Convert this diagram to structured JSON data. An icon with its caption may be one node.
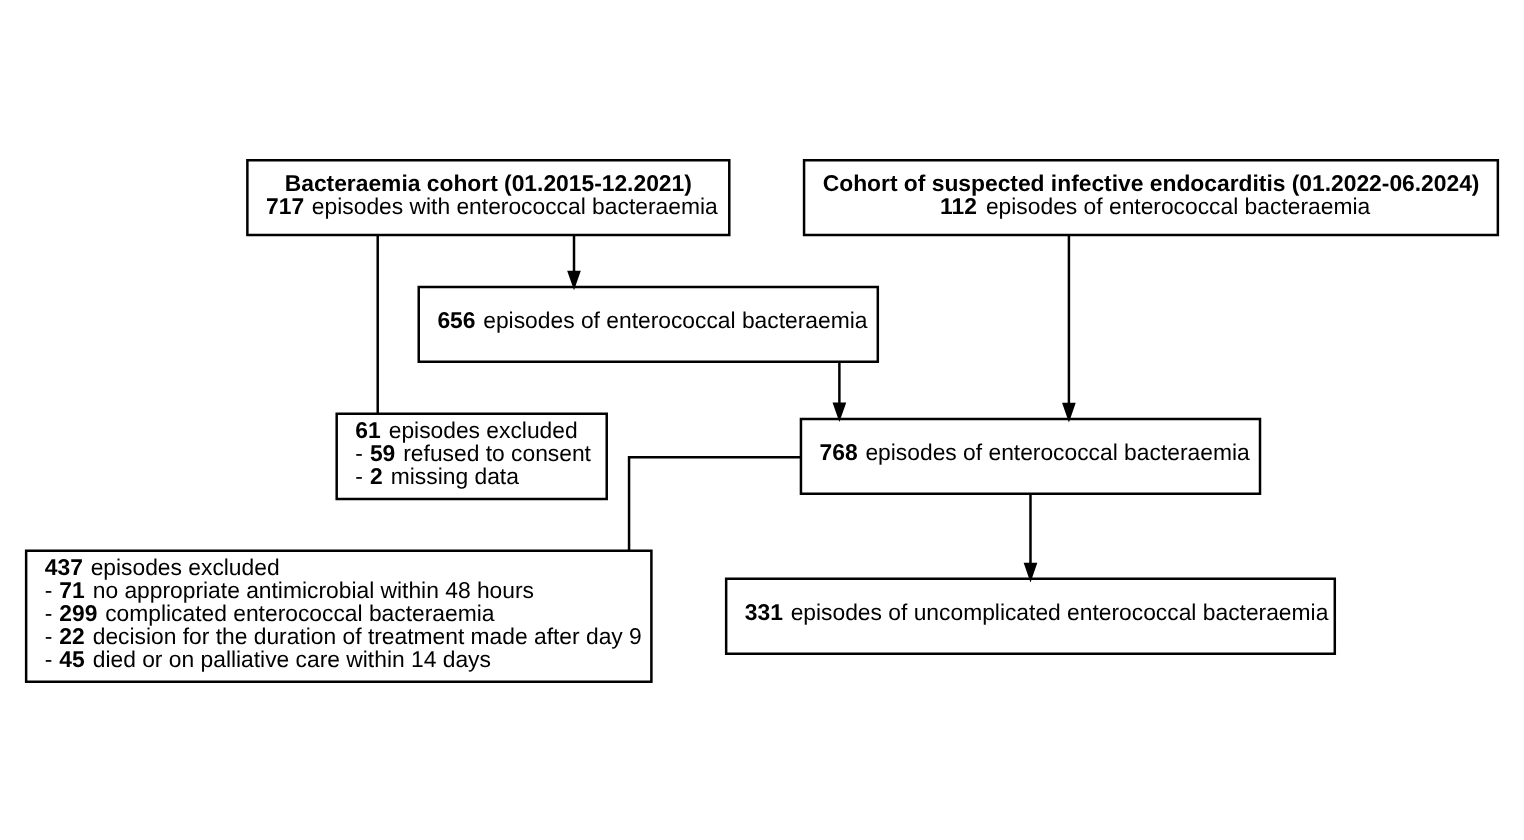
{
  "diagram": {
    "nodes": [
      {
        "text": [
          "Bacteraemia cohort (01.2015-12.2021)",
          "**717** episodes with enterococcal bacteraemia"
        ]
      },
      {
        "text": [
          "Cohort of suspected infective endocarditis (01.2022-06.2024)",
          "**112** episodes of enterococcal bacteraemia"
        ]
      },
      {
        "text": [
          "**61** episodes excluded",
          "- **59** refused to consent",
          "- **2** missing data"
        ]
      },
      {
        "text": [
          "**656** episodes of enterococcal bacteraemia"
        ]
      },
      {
        "text": [
          "**768** episodes of enterococcal bacteraemia"
        ]
      },
      {
        "text": [
          "**437** episodes excluded",
          "- **71** no appropriate antimicrobial within 48 hours",
          "- **299** complicated enterococcal bacteraemia",
          "- **22** decision for the duration of treatment made after day 9",
          "- **45** died or on palliative care within 14 days"
        ]
      },
      {
        "text": [
          "**331** episodes of uncomplicated enterococcal bacteraemia"
        ]
      }
    ],
    "edges": [
      {
        "from": 0,
        "to": 3,
        "arrow": "to"
      },
      {
        "from": 0,
        "to": 2,
        "arrow": "none"
      },
      {
        "from": 3,
        "to": 4,
        "arrow": "to"
      },
      {
        "from": 1,
        "to": 4,
        "arrow": "to"
      },
      {
        "from": 4,
        "to": 6,
        "arrow": "to"
      },
      {
        "from": 4,
        "to": 5,
        "arrow": "none"
      }
    ]
  }
}
